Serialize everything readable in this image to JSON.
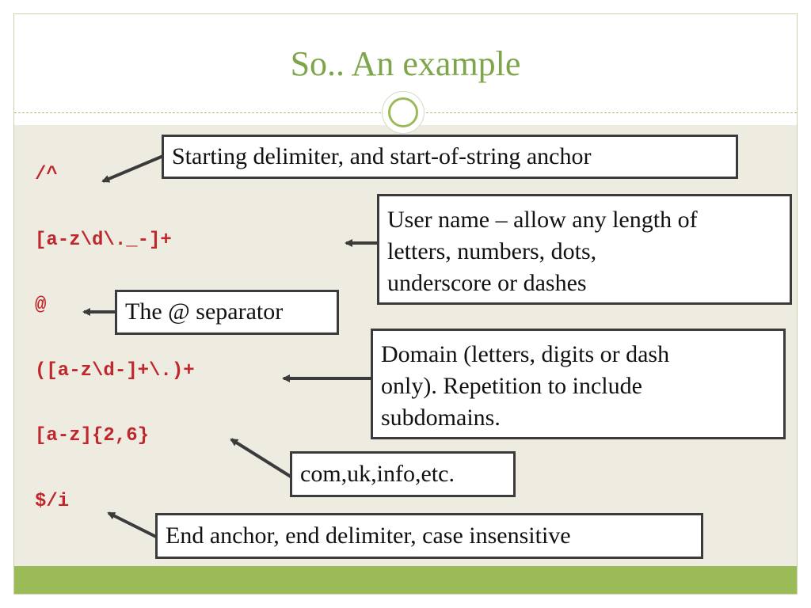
{
  "slide": {
    "title": "So.. An example"
  },
  "code_lines": [
    "/^",
    "[a-z\\d\\._-]+",
    "@",
    "([a-z\\d-]+\\.)+",
    "[a-z]{2,6}",
    "$/i"
  ],
  "callouts": [
    {
      "lines": [
        "Starting delimiter, and start-of-string anchor"
      ]
    },
    {
      "lines": [
        "User name – allow any length of",
        "letters, numbers, dots,",
        "underscore or dashes"
      ]
    },
    {
      "lines": [
        "The @ separator"
      ]
    },
    {
      "lines": [
        "Domain (letters, digits or dash",
        "only). Repetition to include",
        "subdomains."
      ]
    },
    {
      "lines": [
        "com,uk,info,etc."
      ]
    },
    {
      "lines": [
        "End anchor, end delimiter, case insensitive"
      ]
    }
  ],
  "colors": {
    "title": "#7ea54c",
    "code": "#c0272d",
    "accent_bar": "#9bbb59",
    "body_background": "#eeebe1"
  }
}
